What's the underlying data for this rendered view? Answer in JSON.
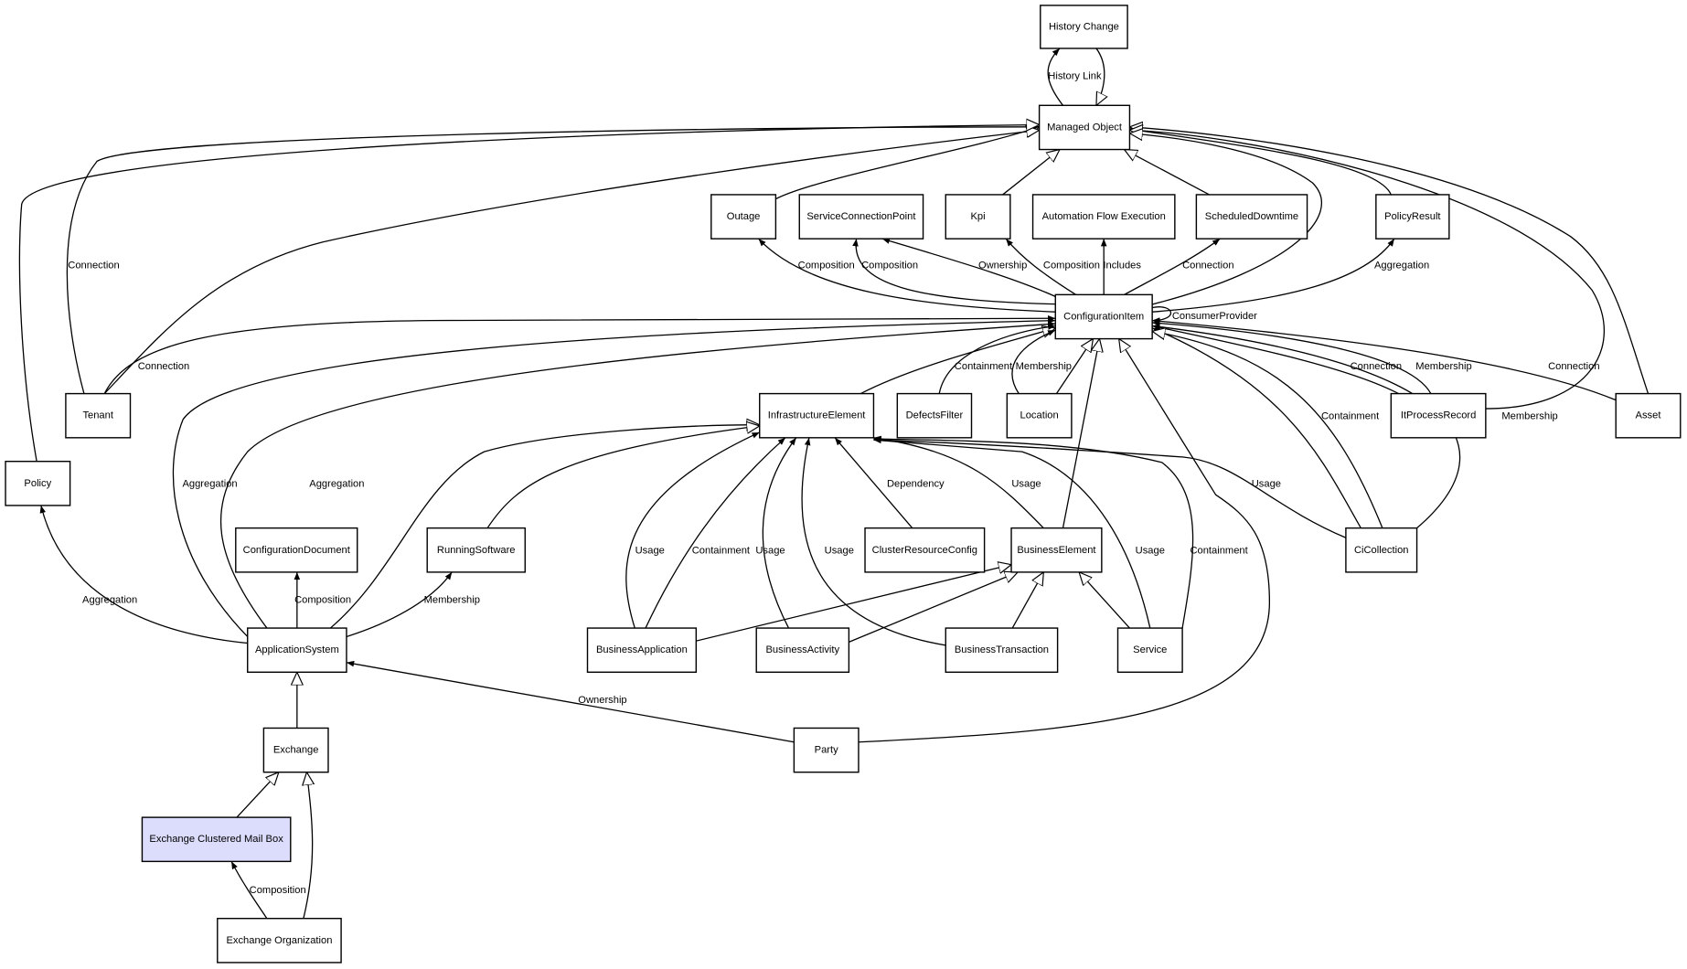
{
  "colors": {
    "highlight_fill": "#dcdcfc",
    "node_fill": "#ffffff",
    "stroke": "#000000"
  },
  "nodes": [
    {
      "id": "history_change",
      "label": "History Change"
    },
    {
      "id": "managed_object",
      "label": "Managed Object"
    },
    {
      "id": "outage",
      "label": "Outage"
    },
    {
      "id": "scp",
      "label": "ServiceConnectionPoint"
    },
    {
      "id": "kpi",
      "label": "Kpi"
    },
    {
      "id": "afe",
      "label": "Automation Flow Execution"
    },
    {
      "id": "sched",
      "label": "ScheduledDowntime"
    },
    {
      "id": "policy_result",
      "label": "PolicyResult"
    },
    {
      "id": "ci",
      "label": "ConfigurationItem"
    },
    {
      "id": "tenant",
      "label": "Tenant"
    },
    {
      "id": "ie",
      "label": "InfrastructureElement"
    },
    {
      "id": "defects",
      "label": "DefectsFilter"
    },
    {
      "id": "location",
      "label": "Location"
    },
    {
      "id": "itpr",
      "label": "ItProcessRecord"
    },
    {
      "id": "asset",
      "label": "Asset"
    },
    {
      "id": "policy",
      "label": "Policy"
    },
    {
      "id": "confdoc",
      "label": "ConfigurationDocument"
    },
    {
      "id": "running",
      "label": "RunningSoftware"
    },
    {
      "id": "cluster",
      "label": "ClusterResourceConfig"
    },
    {
      "id": "be",
      "label": "BusinessElement"
    },
    {
      "id": "cicoll",
      "label": "CiCollection"
    },
    {
      "id": "appsys",
      "label": "ApplicationSystem"
    },
    {
      "id": "bapp",
      "label": "BusinessApplication"
    },
    {
      "id": "bact",
      "label": "BusinessActivity"
    },
    {
      "id": "btrans",
      "label": "BusinessTransaction"
    },
    {
      "id": "service",
      "label": "Service"
    },
    {
      "id": "exchange",
      "label": "Exchange"
    },
    {
      "id": "ecmb",
      "label": "Exchange Clustered Mail Box",
      "highlighted": true
    },
    {
      "id": "party",
      "label": "Party"
    },
    {
      "id": "exorg",
      "label": "Exchange Organization"
    }
  ],
  "edges": [
    {
      "from": "managed_object",
      "to": "history_change",
      "label": "History Link",
      "arrow": "filled"
    },
    {
      "from": "history_change",
      "to": "managed_object",
      "label": "",
      "arrow": "hollow"
    },
    {
      "from": "outage",
      "to": "managed_object",
      "label": "",
      "arrow": "hollow"
    },
    {
      "from": "kpi",
      "to": "managed_object",
      "label": "",
      "arrow": "hollow"
    },
    {
      "from": "sched",
      "to": "managed_object",
      "label": "",
      "arrow": "hollow"
    },
    {
      "from": "policy_result",
      "to": "managed_object",
      "label": "",
      "arrow": "hollow"
    },
    {
      "from": "asset",
      "to": "managed_object",
      "label": "",
      "arrow": "hollow"
    },
    {
      "from": "itpr",
      "to": "managed_object",
      "label": "",
      "arrow": "hollow"
    },
    {
      "from": "ci",
      "to": "managed_object",
      "label": "",
      "arrow": "hollow"
    },
    {
      "from": "tenant",
      "to": "managed_object",
      "label": "Connection",
      "arrow": "filled"
    },
    {
      "from": "tenant",
      "to": "managed_object",
      "label": "",
      "arrow": "hollow"
    },
    {
      "from": "policy",
      "to": "managed_object",
      "label": "",
      "arrow": "hollow"
    },
    {
      "from": "tenant",
      "to": "ci",
      "label": "Connection",
      "arrow": "filled"
    },
    {
      "from": "ci",
      "to": "outage",
      "label": "Composition",
      "arrow": "filled"
    },
    {
      "from": "ci",
      "to": "scp",
      "label": "Composition",
      "arrow": "filled"
    },
    {
      "from": "ci",
      "to": "scp",
      "label": "Ownership",
      "arrow": "filled"
    },
    {
      "from": "ci",
      "to": "kpi",
      "label": "Composition",
      "arrow": "filled"
    },
    {
      "from": "ci",
      "to": "afe",
      "label": "Includes",
      "arrow": "filled"
    },
    {
      "from": "ci",
      "to": "sched",
      "label": "Connection",
      "arrow": "filled"
    },
    {
      "from": "ci",
      "to": "policy_result",
      "label": "Aggregation",
      "arrow": "filled"
    },
    {
      "from": "ci",
      "to": "ci",
      "label": "ConsumerProvider",
      "arrow": "filled"
    },
    {
      "from": "ie",
      "to": "ci",
      "label": "",
      "arrow": "hollow"
    },
    {
      "from": "defects",
      "to": "ci",
      "label": "Containment",
      "arrow": "filled"
    },
    {
      "from": "location",
      "to": "ci",
      "label": "Membership",
      "arrow": "filled"
    },
    {
      "from": "location",
      "to": "ci",
      "label": "",
      "arrow": "hollow"
    },
    {
      "from": "be",
      "to": "ci",
      "label": "",
      "arrow": "hollow"
    },
    {
      "from": "party",
      "to": "ci",
      "label": "",
      "arrow": "hollow"
    },
    {
      "from": "itpr",
      "to": "ci",
      "label": "Connection",
      "arrow": "filled"
    },
    {
      "from": "itpr",
      "to": "ci",
      "label": "Membership",
      "arrow": "filled"
    },
    {
      "from": "asset",
      "to": "ci",
      "label": "Connection",
      "arrow": "filled"
    },
    {
      "from": "cicoll",
      "to": "ci",
      "label": "Containment",
      "arrow": "filled"
    },
    {
      "from": "cicoll",
      "to": "ci",
      "label": "Membership",
      "arrow": "filled"
    },
    {
      "from": "cicoll",
      "to": "ci",
      "label": "",
      "arrow": "hollow"
    },
    {
      "from": "appsys",
      "to": "ci",
      "label": "Aggregation",
      "arrow": "filled"
    },
    {
      "from": "appsys",
      "to": "ci",
      "label": "Aggregation",
      "arrow": "filled"
    },
    {
      "from": "appsys",
      "to": "ie",
      "label": "",
      "arrow": "hollow"
    },
    {
      "from": "running",
      "to": "ie",
      "label": "",
      "arrow": "hollow"
    },
    {
      "from": "cicoll",
      "to": "ie",
      "label": "Usage",
      "arrow": "filled"
    },
    {
      "from": "appsys",
      "to": "confdoc",
      "label": "Composition",
      "arrow": "filled"
    },
    {
      "from": "appsys",
      "to": "running",
      "label": "Membership",
      "arrow": "filled"
    },
    {
      "from": "appsys",
      "to": "policy",
      "label": "Aggregation",
      "arrow": "filled"
    },
    {
      "from": "bapp",
      "to": "ie",
      "label": "Usage",
      "arrow": "filled"
    },
    {
      "from": "bapp",
      "to": "ie",
      "label": "Containment",
      "arrow": "filled"
    },
    {
      "from": "bact",
      "to": "ie",
      "label": "Usage",
      "arrow": "filled"
    },
    {
      "from": "btrans",
      "to": "ie",
      "label": "Usage",
      "arrow": "filled"
    },
    {
      "from": "cluster",
      "to": "ie",
      "label": "Dependency",
      "arrow": "filled"
    },
    {
      "from": "be",
      "to": "ie",
      "label": "Usage",
      "arrow": "filled"
    },
    {
      "from": "service",
      "to": "ie",
      "label": "Usage",
      "arrow": "filled"
    },
    {
      "from": "service",
      "to": "ie",
      "label": "Containment",
      "arrow": "filled"
    },
    {
      "from": "bapp",
      "to": "be",
      "label": "",
      "arrow": "hollow"
    },
    {
      "from": "bact",
      "to": "be",
      "label": "",
      "arrow": "hollow"
    },
    {
      "from": "btrans",
      "to": "be",
      "label": "",
      "arrow": "hollow"
    },
    {
      "from": "service",
      "to": "be",
      "label": "",
      "arrow": "hollow"
    },
    {
      "from": "party",
      "to": "appsys",
      "label": "Ownership",
      "arrow": "filled"
    },
    {
      "from": "exchange",
      "to": "appsys",
      "label": "",
      "arrow": "hollow"
    },
    {
      "from": "ecmb",
      "to": "exchange",
      "label": "",
      "arrow": "hollow"
    },
    {
      "from": "exorg",
      "to": "exchange",
      "label": "",
      "arrow": "hollow"
    },
    {
      "from": "exorg",
      "to": "ecmb",
      "label": "Composition",
      "arrow": "filled"
    }
  ]
}
